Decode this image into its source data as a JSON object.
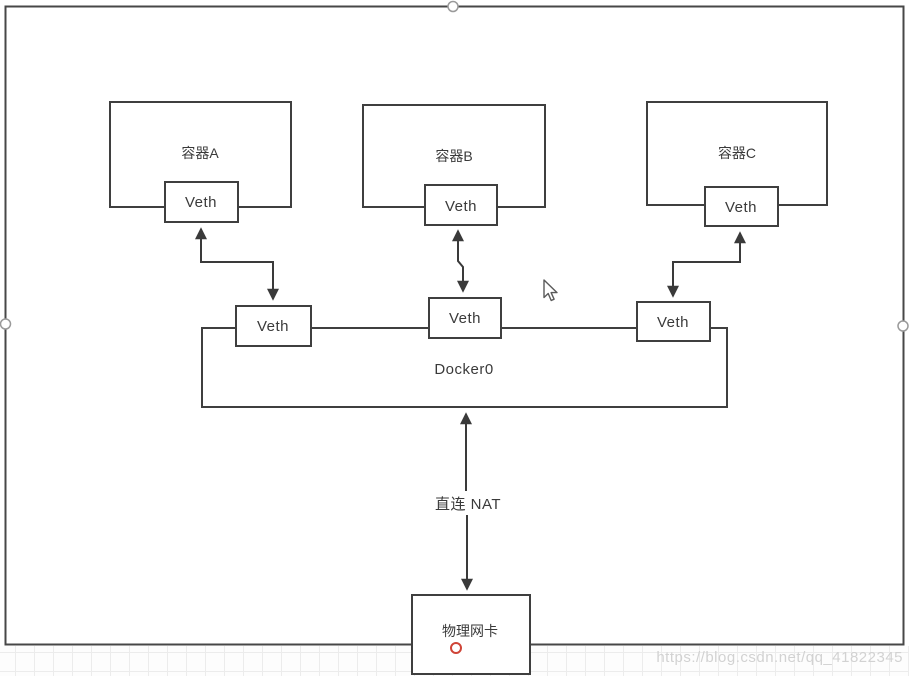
{
  "diagram": {
    "containers": [
      {
        "label": "容器A",
        "veth": {
          "label": "Veth"
        }
      },
      {
        "label": "容器B",
        "veth": {
          "label": "Veth"
        }
      },
      {
        "label": "容器C",
        "veth": {
          "label": "Veth"
        }
      }
    ],
    "bridge": {
      "label": "Docker0",
      "veths": [
        {
          "label": "Veth"
        },
        {
          "label": "Veth"
        },
        {
          "label": "Veth"
        }
      ]
    },
    "nat_link": {
      "label": "直连 NAT"
    },
    "physical_nic": {
      "label": "物理网卡"
    }
  },
  "watermark": {
    "text": "https://blog.csdn.net/qq_41822345"
  },
  "colors": {
    "line": "#3f3f3f",
    "shape_fill": "#ffffff",
    "selection_handle": "#9a9a9a",
    "selection_handle_active": "#cf4437",
    "watermark": "#d2d2d2",
    "grid_line": "#ececec"
  }
}
